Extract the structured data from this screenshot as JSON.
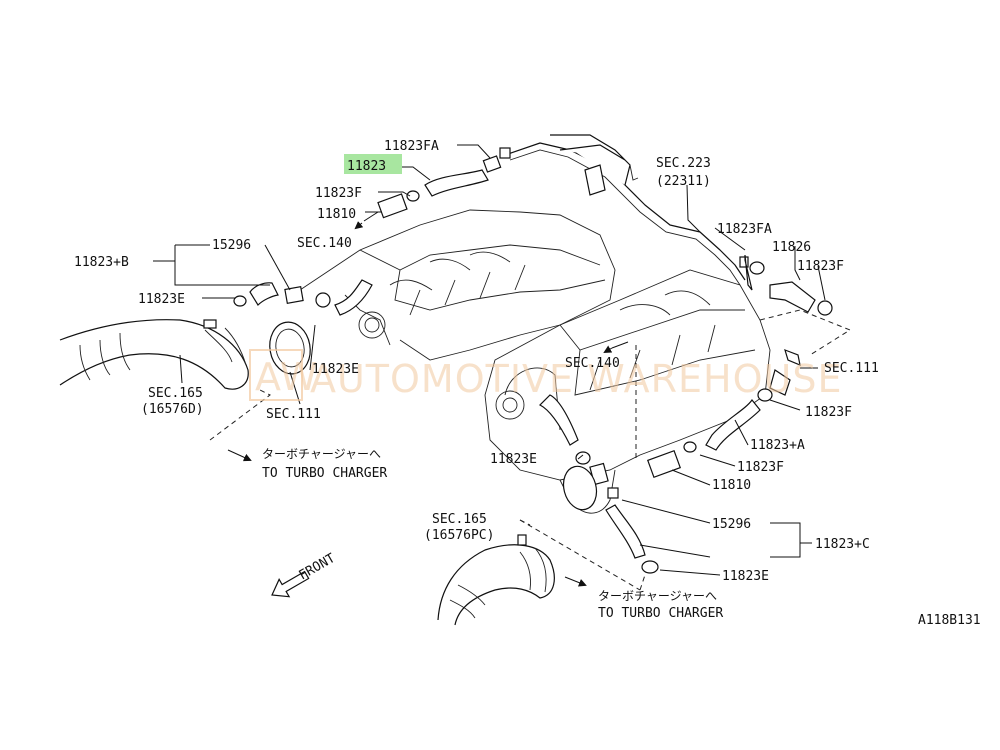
{
  "watermark": {
    "badge": "AW",
    "text": "AUTOMOTIVE WAREHOUSE"
  },
  "highlight_color": "#a8e6a0",
  "labels": {
    "p11823FA_top": "11823FA",
    "p11823_hl": "11823",
    "p11823F_top": "11823F",
    "p11810_top": "11810",
    "sec140_top": "SEC.140",
    "sec223": "SEC.223",
    "sec223_sub": "(22311)",
    "p11823FA_right": "11823FA",
    "p11826": "11826",
    "p11823F_right": "11823F",
    "p11823B": "11823+B",
    "p15296_left": "15296",
    "p11823E_left": "11823E",
    "p11823E_mid": "11823E",
    "sec165_left": "SEC.165",
    "sec165_left_sub": "(16576D)",
    "sec111_left": "SEC.111",
    "sec140_mid": "SEC.140",
    "sec111_right": "SEC.111",
    "p11823F_r2": "11823F",
    "p11823A": "11823+A",
    "p11823F_r3": "11823F",
    "p11810_right": "11810",
    "p11823E_right": "11823E",
    "p15296_right": "15296",
    "p11823C": "11823+C",
    "p11823E_bottom": "11823E",
    "sec165_bottom": "SEC.165",
    "sec165_bottom_sub": "(16576PC)",
    "jp_left": "ターボチャージャーへ",
    "en_left": "TO TURBO CHARGER",
    "jp_bottom": "ターボチャージャーへ",
    "en_bottom": "TO TURBO CHARGER",
    "front": "FRONT",
    "diagram_code": "A118B131"
  }
}
